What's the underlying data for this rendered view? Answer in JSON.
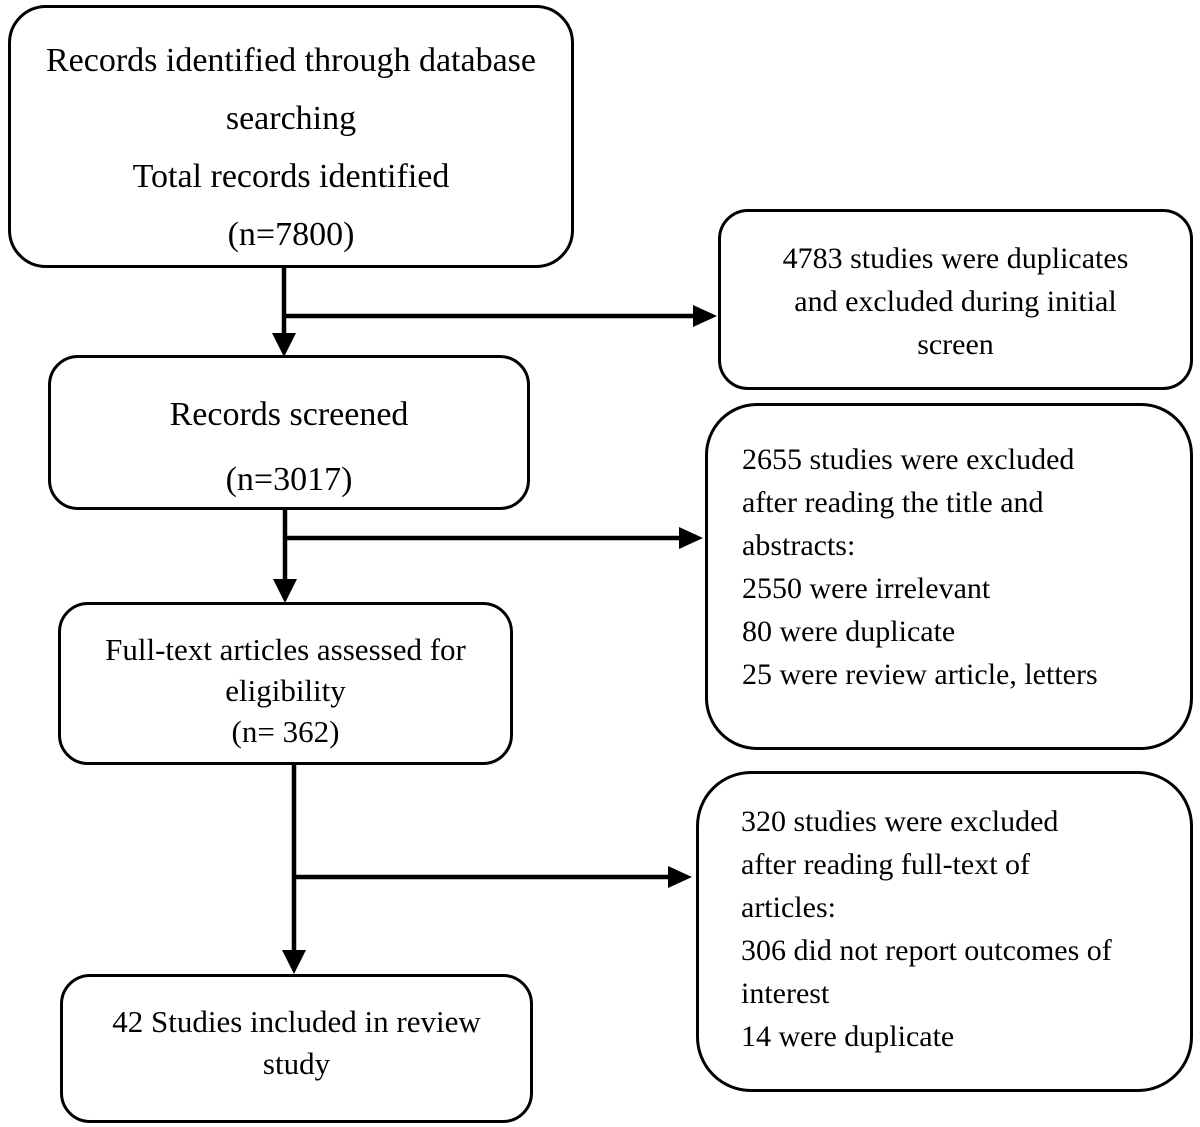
{
  "figure": {
    "colors": {
      "line": "#000000",
      "text": "#000000",
      "background": "#ffffff"
    },
    "boxes": {
      "identification": {
        "lines": [
          "Records identified through database",
          "searching",
          "Total records identified",
          "(n=7800)"
        ]
      },
      "duplicates_excluded": {
        "lines": [
          "4783 studies were duplicates",
          "and excluded during initial",
          "screen"
        ]
      },
      "screened": {
        "lines": [
          "Records screened",
          "(n=3017)"
        ]
      },
      "title_abstract_excluded": {
        "lines": [
          "2655 studies were excluded",
          "after reading the title and",
          "abstracts:",
          "2550 were irrelevant",
          "80 were duplicate",
          "25 were review article, letters"
        ]
      },
      "full_text_assessed": {
        "lines": [
          "Full-text articles assessed for",
          "eligibility",
          "(n= 362)"
        ]
      },
      "full_text_excluded": {
        "lines": [
          "320 studies were excluded",
          "after reading full-text of",
          "articles:",
          "306 did not report outcomes of",
          "interest",
          "14 were duplicate"
        ]
      },
      "included": {
        "lines": [
          "42 Studies included in review",
          "study"
        ]
      }
    }
  }
}
